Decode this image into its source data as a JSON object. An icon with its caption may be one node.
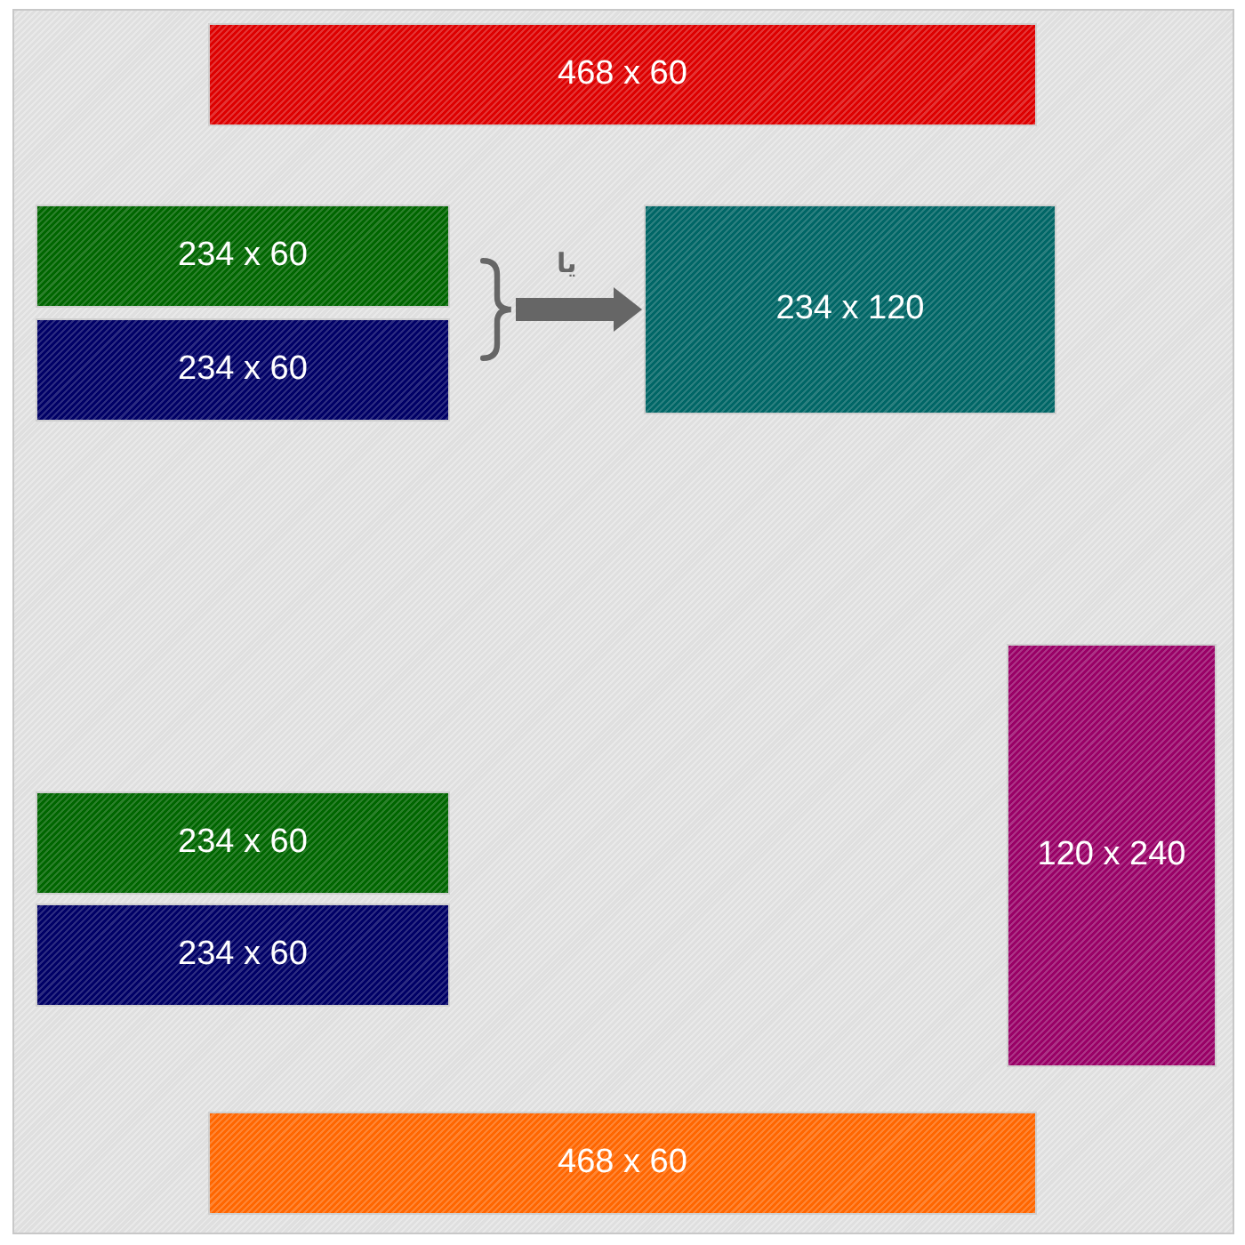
{
  "diagram": {
    "nodes": [
      {
        "text": [
          "468 x 60"
        ]
      },
      {
        "text": [
          "234 x 60"
        ]
      },
      {
        "text": [
          "234 x 60"
        ]
      },
      {
        "text": [],
        "shape": "brace"
      },
      {
        "text": [
          "234 x 120"
        ]
      },
      {
        "text": [
          "120 x 240"
        ]
      },
      {
        "text": [
          "234 x 60"
        ]
      },
      {
        "text": [
          "234 x 60"
        ]
      },
      {
        "text": [
          "468 x 60"
        ]
      }
    ],
    "edges": [
      {
        "from": 3,
        "to": 4,
        "arrow": "to",
        "label": "یا"
      }
    ]
  }
}
